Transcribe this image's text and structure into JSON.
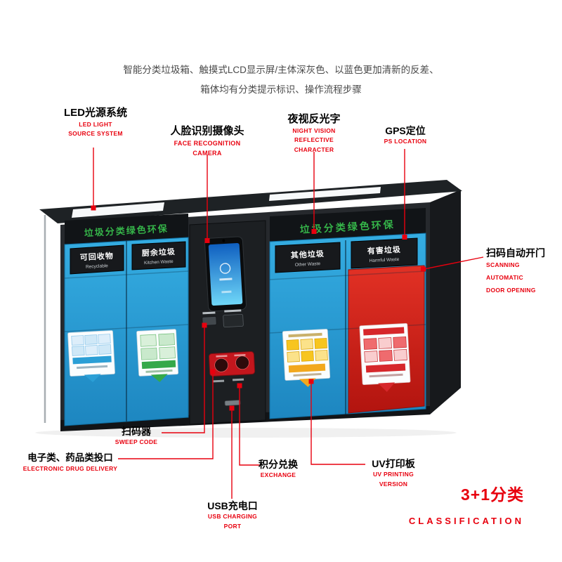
{
  "colors": {
    "accent": "#e8000e",
    "green": "#35b449",
    "blue": "#2aa7e0",
    "red_door": "#d2201a",
    "cabinet_dark": "#26292d",
    "intro_text": "#4a4a4a"
  },
  "intro": {
    "line1": "智能分类垃圾箱、触摸式LCD显示屏/主体深灰色、以蓝色更加清新的反差、",
    "line2": "箱体均有分类提示标识、操作流程步骤"
  },
  "callouts": {
    "led": {
      "zh": "LED光源系统",
      "en1": "LED LIGHT",
      "en2": "SOURCE SYSTEM"
    },
    "face": {
      "zh": "人脸识别摄像头",
      "en1": "FACE RECOGNITION CAMERA"
    },
    "night": {
      "zh": "夜视反光字",
      "en1": "NIGHT VISION",
      "en2": "REFLECTIVE CHARACTER"
    },
    "gps": {
      "zh": "GPS定位",
      "en1": "PS LOCATION"
    },
    "scan_door": {
      "zh": "扫码自动开门",
      "en1": "SCANNING AUTOMATIC",
      "en2": "DOOR OPENING"
    },
    "sweep": {
      "zh": "扫码器",
      "en1": "SWEEP CODE"
    },
    "electronic": {
      "zh": "电子类、药品类投口",
      "en1": "ELECTRONIC DRUG DELIVERY"
    },
    "exchange": {
      "zh": "积分兑换",
      "en1": "EXCHANGE"
    },
    "usb": {
      "zh": "USB充电口",
      "en1": "USB CHARGING PORT"
    },
    "uv": {
      "zh": "UV打印板",
      "en1": "UV PRINTING VERSION"
    },
    "classification": {
      "zh": "3+1分类",
      "en1": "CLASSIFICATION"
    }
  },
  "bin": {
    "header": "垃圾分类绿色环保",
    "compartments": [
      {
        "zh": "可回收物",
        "en": "Recyclable"
      },
      {
        "zh": "厨余垃圾",
        "en": "Kitchen Waste"
      },
      {
        "zh": "其他垃圾",
        "en": "Other Waste"
      },
      {
        "zh": "有害垃圾",
        "en": "Harmful Waste"
      }
    ]
  }
}
